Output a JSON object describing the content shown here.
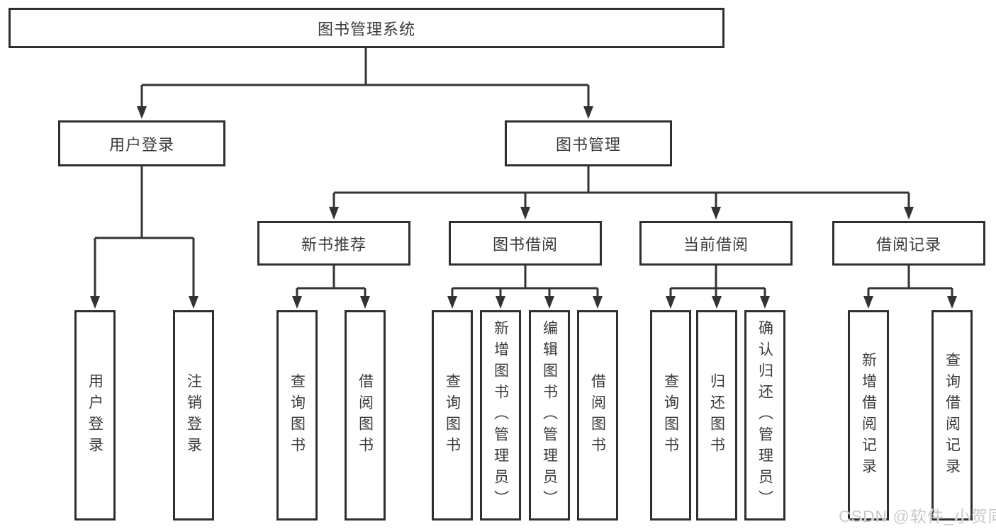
{
  "root": {
    "label": "图书管理系统"
  },
  "level2": [
    {
      "label": "用户登录"
    },
    {
      "label": "图书管理"
    }
  ],
  "level3": [
    {
      "label": "新书推荐",
      "parent": "图书管理"
    },
    {
      "label": "图书借阅",
      "parent": "图书管理"
    },
    {
      "label": "当前借阅",
      "parent": "图书管理"
    },
    {
      "label": "借阅记录",
      "parent": "图书管理"
    }
  ],
  "leaves": [
    {
      "label": "用户登录",
      "parent": "用户登录"
    },
    {
      "label": "注销登录",
      "parent": "用户登录"
    },
    {
      "label": "查询图书",
      "parent": "新书推荐"
    },
    {
      "label": "借阅图书",
      "parent": "新书推荐"
    },
    {
      "label": "查询图书",
      "parent": "图书借阅"
    },
    {
      "label": "新增图书（管理员）",
      "parent": "图书借阅"
    },
    {
      "label": "编辑图书（管理员）",
      "parent": "图书借阅"
    },
    {
      "label": "借阅图书",
      "parent": "图书借阅"
    },
    {
      "label": "查询图书",
      "parent": "当前借阅"
    },
    {
      "label": "归还图书",
      "parent": "当前借阅"
    },
    {
      "label": "确认归还（管理员）",
      "parent": "当前借阅"
    },
    {
      "label": "新增借阅记录",
      "parent": "借阅记录"
    },
    {
      "label": "查询借阅记录",
      "parent": "借阅记录"
    }
  ],
  "watermark": {
    "text": "CSDN @软件_小贺同学"
  },
  "colors": {
    "line": "#333333",
    "box_border": "#2f2f2f",
    "text": "#3b3b3b",
    "watermark": "#c9c9c9",
    "background": "#ffffff"
  }
}
